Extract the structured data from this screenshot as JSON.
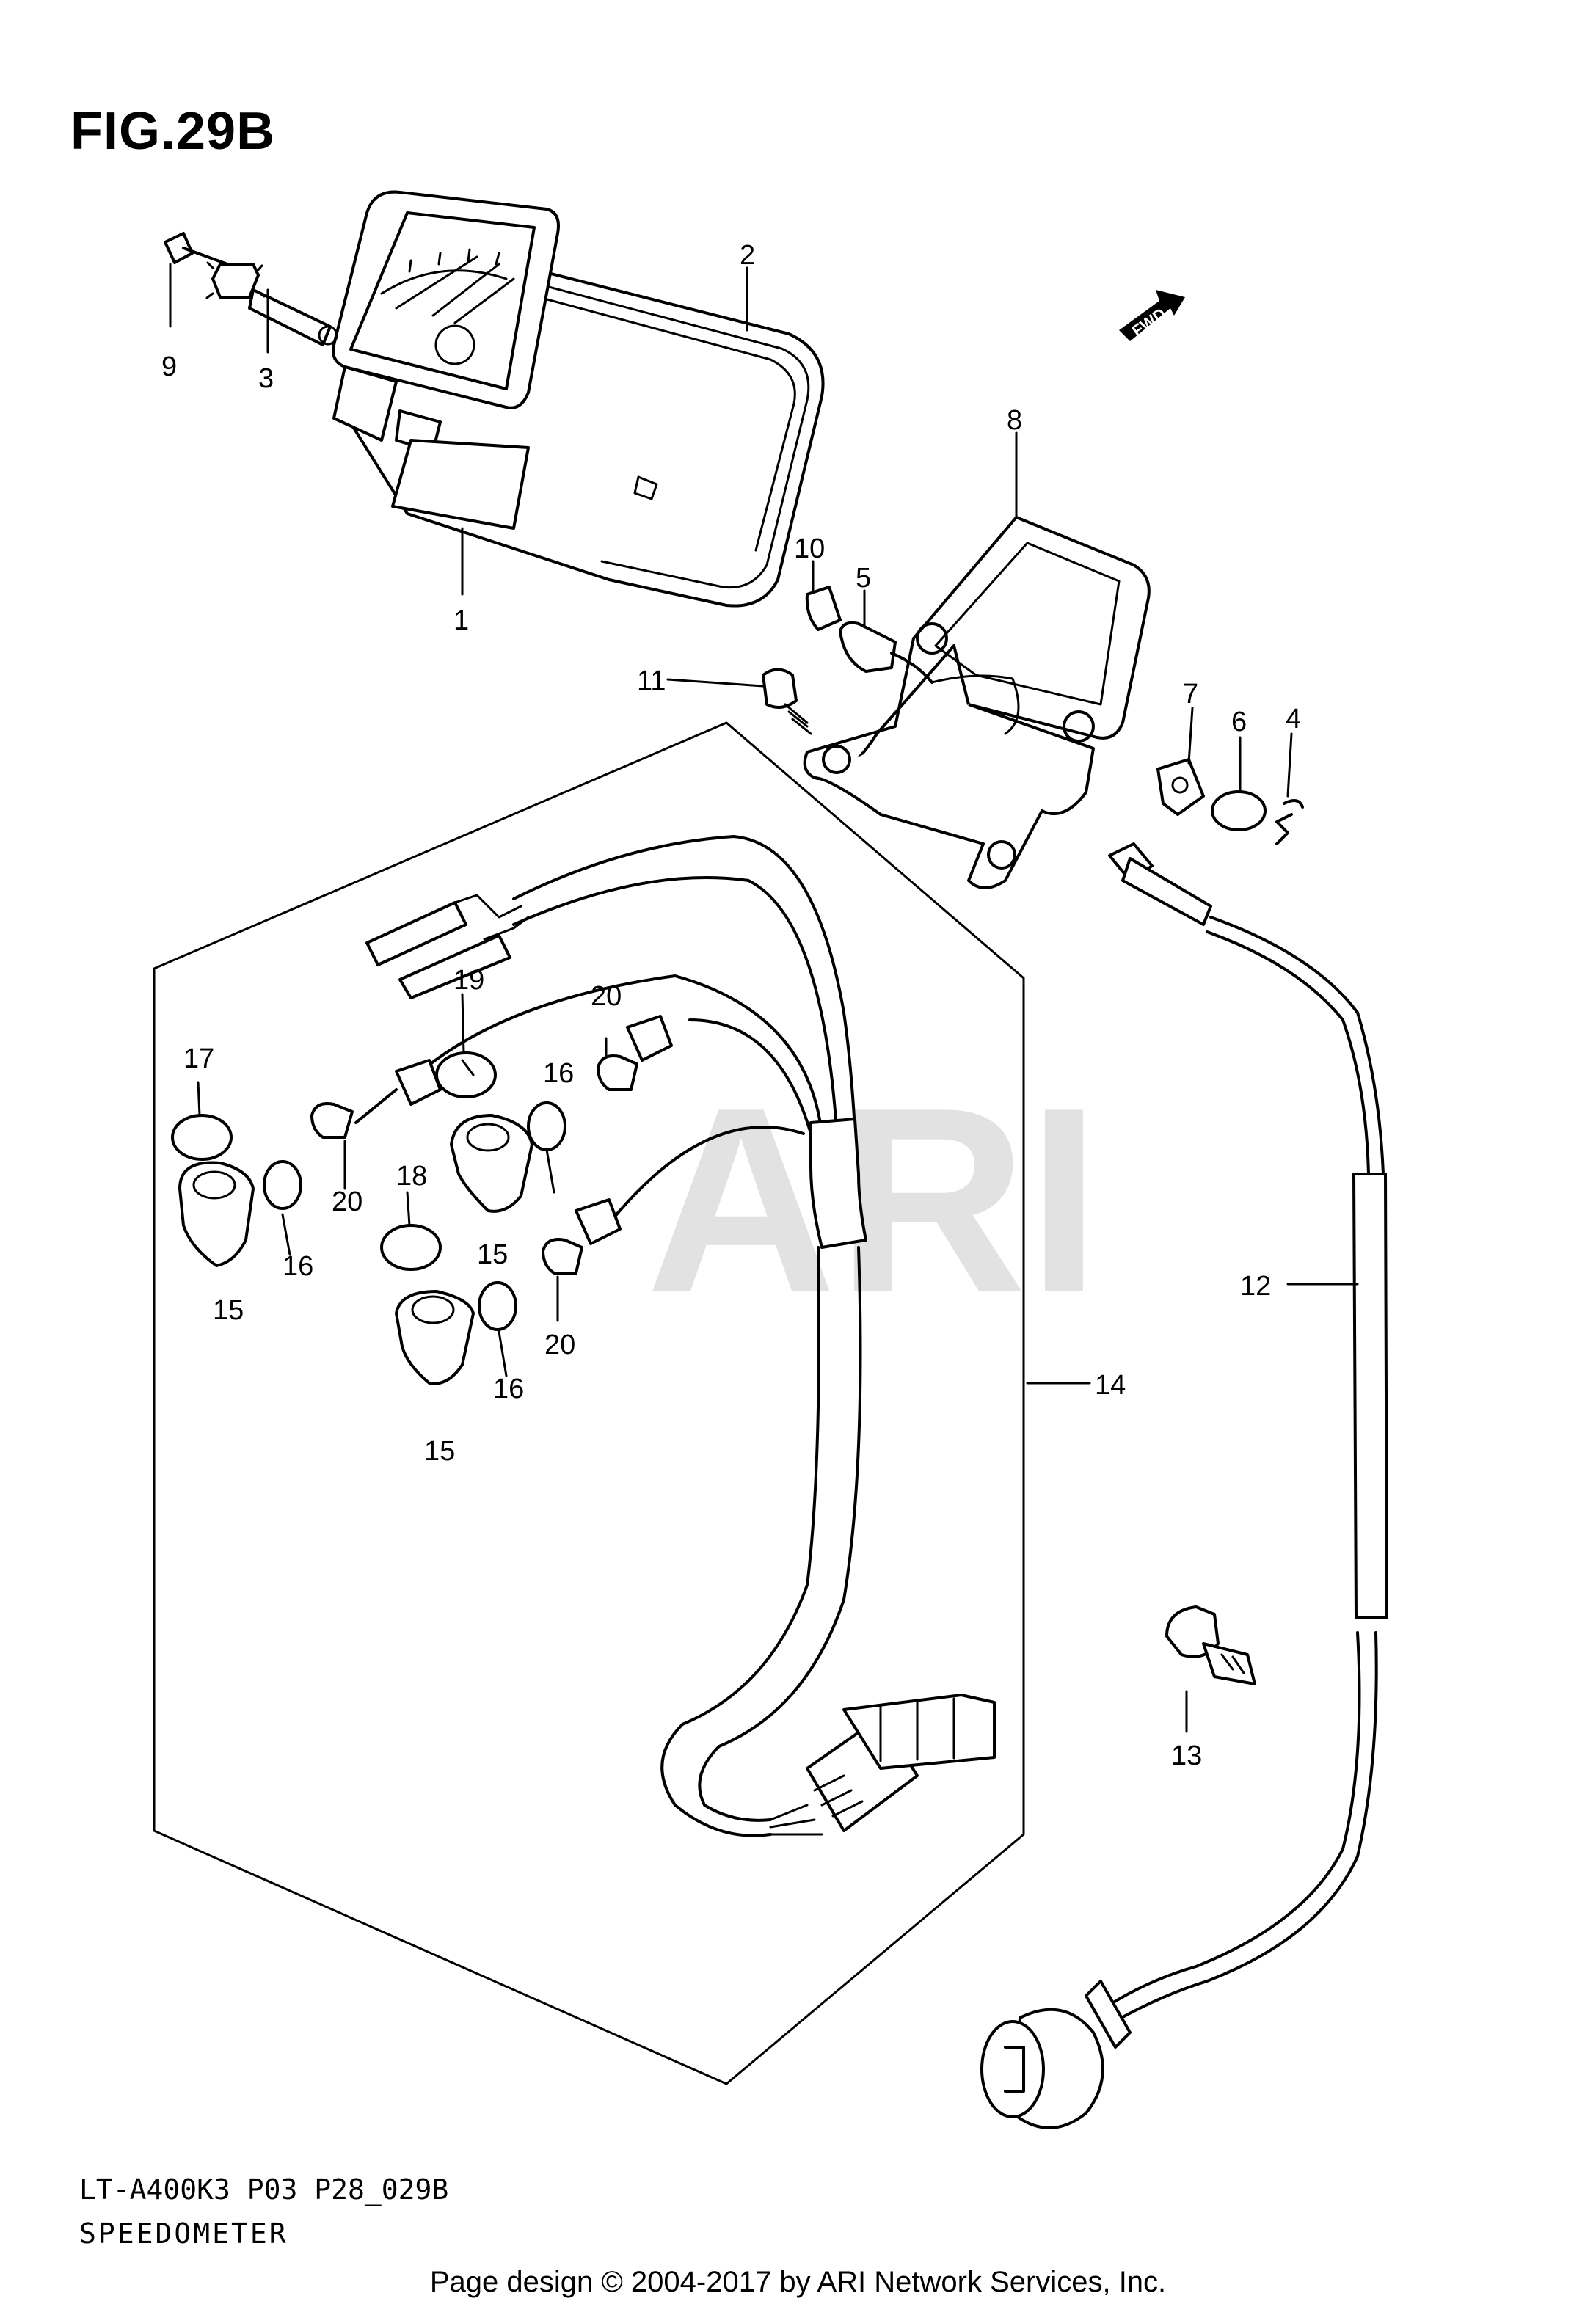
{
  "figure": {
    "title": "FIG.29B",
    "model_code": "LT-A400K3 P03 P28_029B",
    "caption": "SPEEDOMETER",
    "footer": "Page design © 2004-2017 by ARI Network Services, Inc.",
    "watermark": "ARI",
    "direction_marker": "FWD"
  },
  "callouts": [
    {
      "id": "c1",
      "label": "1"
    },
    {
      "id": "c2",
      "label": "2"
    },
    {
      "id": "c3",
      "label": "3"
    },
    {
      "id": "c4",
      "label": "4"
    },
    {
      "id": "c5",
      "label": "5"
    },
    {
      "id": "c6",
      "label": "6"
    },
    {
      "id": "c7",
      "label": "7"
    },
    {
      "id": "c8",
      "label": "8"
    },
    {
      "id": "c9",
      "label": "9"
    },
    {
      "id": "c10",
      "label": "10"
    },
    {
      "id": "c11",
      "label": "11"
    },
    {
      "id": "c12",
      "label": "12"
    },
    {
      "id": "c13",
      "label": "13"
    },
    {
      "id": "c14",
      "label": "14"
    },
    {
      "id": "c15a",
      "label": "15"
    },
    {
      "id": "c15b",
      "label": "15"
    },
    {
      "id": "c15c",
      "label": "15"
    },
    {
      "id": "c16a",
      "label": "16"
    },
    {
      "id": "c16b",
      "label": "16"
    },
    {
      "id": "c16c",
      "label": "16"
    },
    {
      "id": "c17",
      "label": "17"
    },
    {
      "id": "c18",
      "label": "18"
    },
    {
      "id": "c19",
      "label": "19"
    },
    {
      "id": "c20a",
      "label": "20"
    },
    {
      "id": "c20b",
      "label": "20"
    },
    {
      "id": "c20c",
      "label": "20"
    }
  ]
}
